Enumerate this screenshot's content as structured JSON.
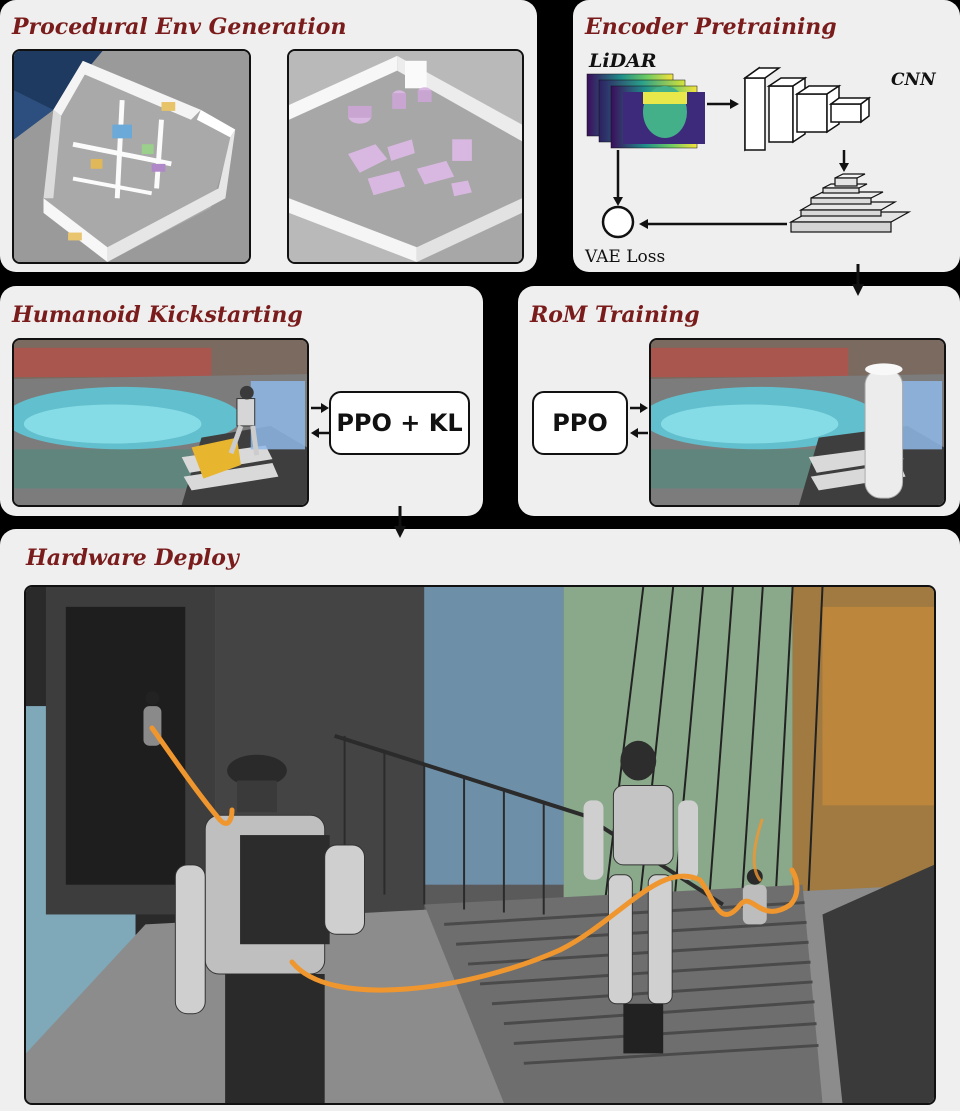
{
  "panels": {
    "procedural": {
      "title": "Procedural Env Generation"
    },
    "encoder": {
      "title": "Encoder Pretraining",
      "lidar_label": "LiDAR",
      "cnn_label": "CNN",
      "loss_label": "VAE Loss",
      "equal_glyph": "="
    },
    "kickstart": {
      "title": "Humanoid Kickstarting",
      "algo_label": "PPO + KL"
    },
    "rom": {
      "title": "RoM Training",
      "algo_label": "PPO"
    },
    "hardware": {
      "title": "Hardware Deploy"
    }
  },
  "colors": {
    "panel_bg": "#efefef",
    "title_color": "#7a1c1c",
    "trajectory": "#f0962e",
    "obstacle": "#d8b8e0",
    "background": "#000000"
  }
}
